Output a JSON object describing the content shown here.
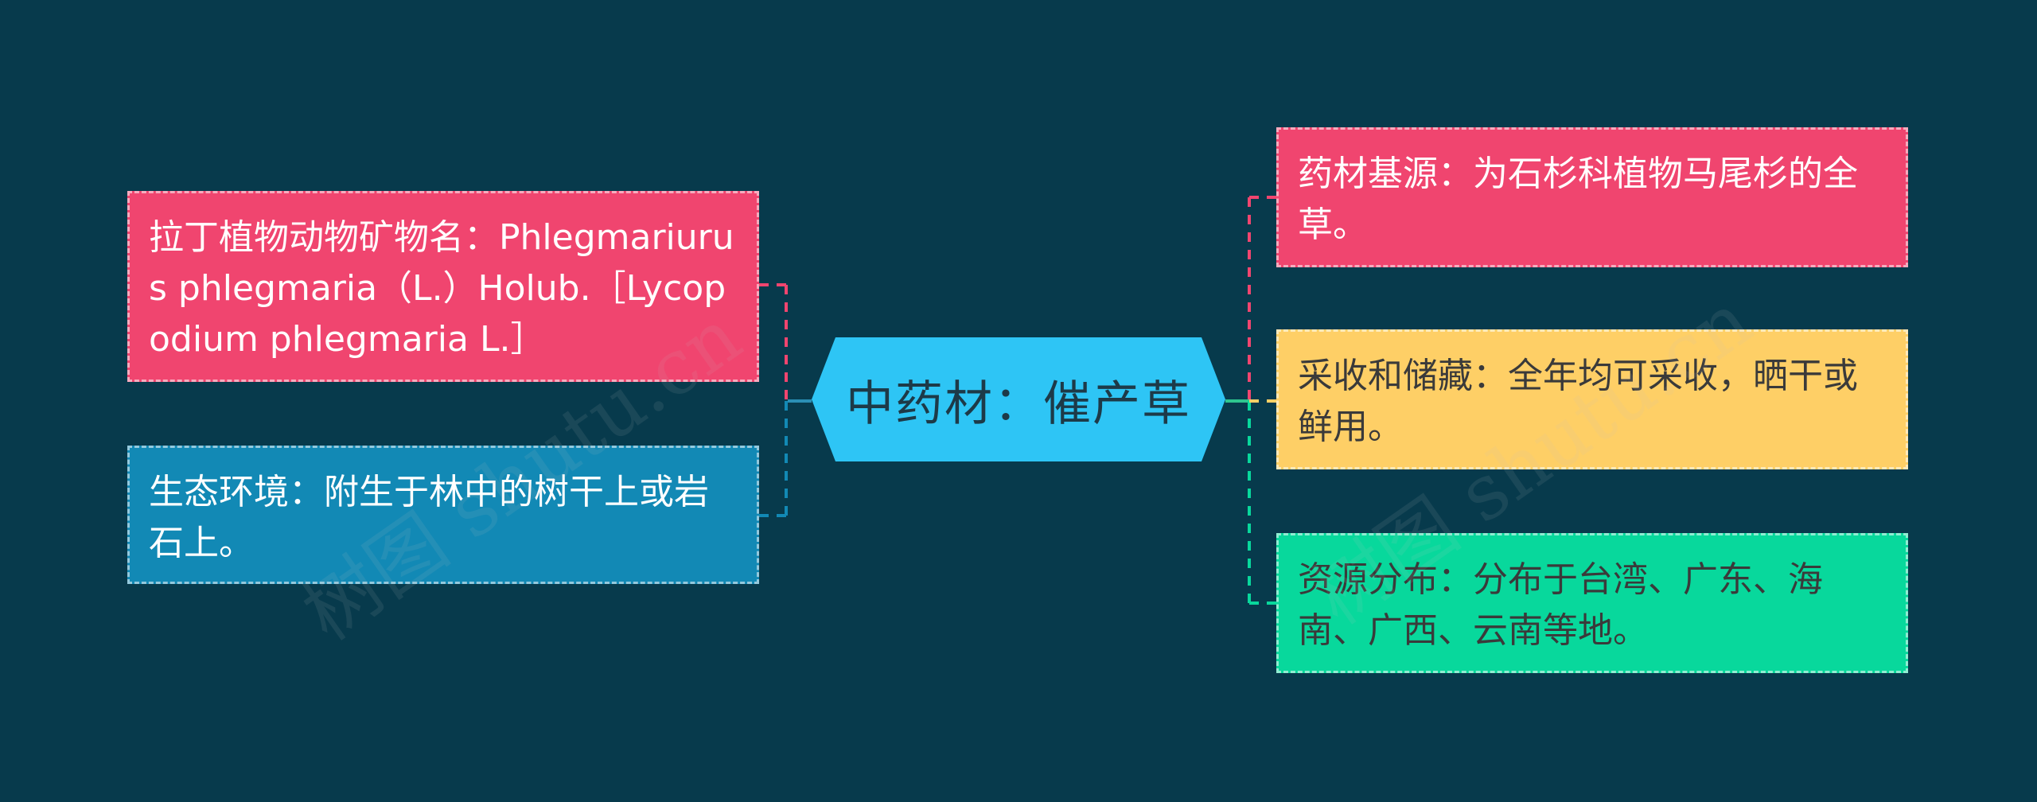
{
  "title": "中药材：催产草",
  "nodes": {
    "latin_name": {
      "text": "拉丁植物动物矿物名：Phlegmariurus phlegmaria（L.）Holub.［Lycopodium phlegmaria L.］",
      "color": "#f0456f"
    },
    "habitat": {
      "text": "生态环境：附生于林中的树干上或岩石上。",
      "color": "#1289b5"
    },
    "source": {
      "text": "药材基源：为石杉科植物马尾杉的全草。",
      "color": "#f0456f"
    },
    "harvest": {
      "text": "采收和储藏：全年均可采收，晒干或鲜用。",
      "color": "#fecf66"
    },
    "distribution": {
      "text": "资源分布：分布于台湾、广东、海南、广西、云南等地。",
      "color": "#08d89c"
    }
  },
  "center_color": "#2ec5f5",
  "background": "#073a4c",
  "watermark": "树图 shutu.cn"
}
